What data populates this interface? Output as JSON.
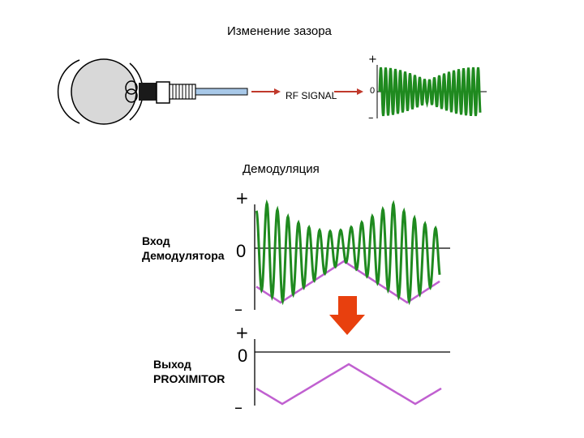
{
  "top": {
    "title": "Изменение зазора",
    "rf_signal": "RF SIGNAL",
    "plus": "+",
    "zero": "0",
    "minus": "–"
  },
  "demod": {
    "title": "Демодуляция",
    "input_line1": "Вход",
    "input_line2": "Демодулятора",
    "output_line1": "Выход",
    "output_line2": "PROXIMITOR",
    "plus": "+",
    "zero": "0",
    "minus": "–"
  },
  "colors": {
    "carrier": "#1f8a1f",
    "envelope": "#c060d0",
    "arrow": "#e8400e",
    "probe_cable": "#a8c8e8"
  }
}
